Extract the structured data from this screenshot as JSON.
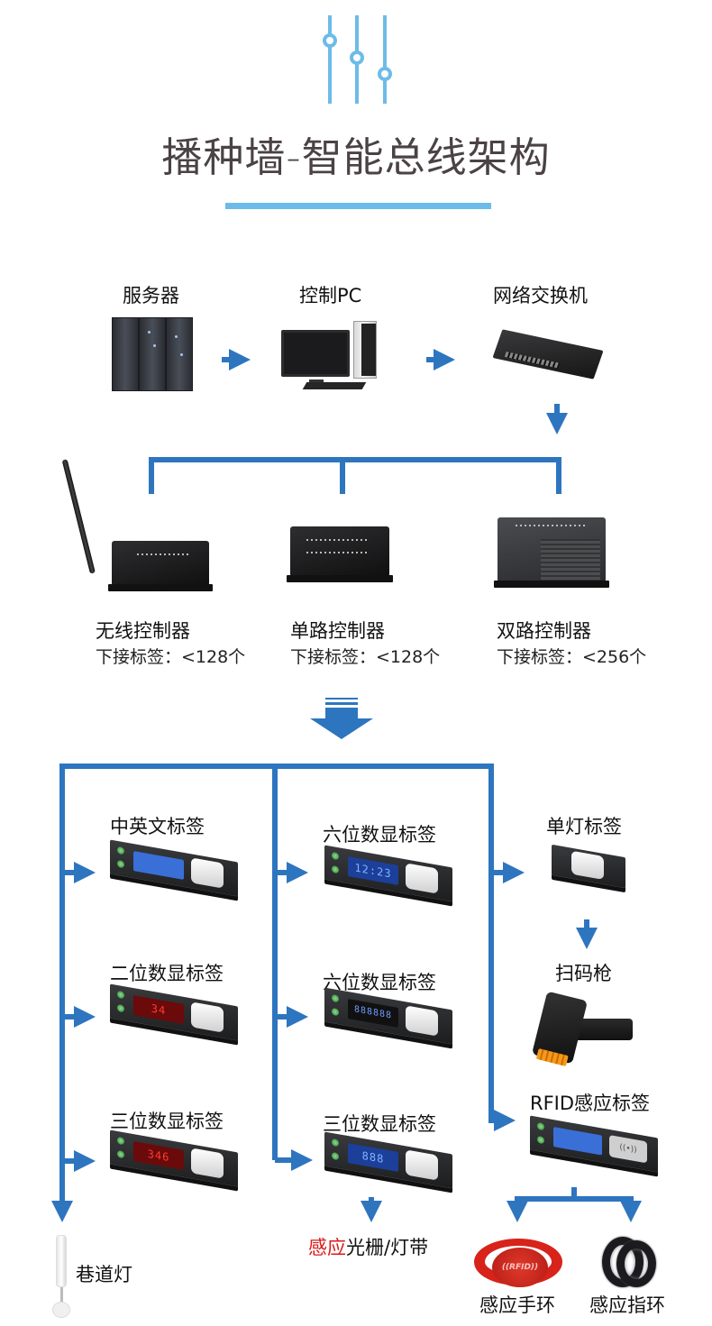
{
  "title": "播种墙-智能总线架构",
  "colors": {
    "accent_light": "#6dbbe8",
    "connector": "#2e75bf",
    "title_text": "#4a4244",
    "highlight_red": "#d91a1a"
  },
  "top_icon": "sliders-icon",
  "row1": {
    "nodes": [
      {
        "label": "服务器",
        "icon": "server-rack-icon"
      },
      {
        "label": "控制PC",
        "icon": "desktop-pc-icon"
      },
      {
        "label": "网络交换机",
        "icon": "network-switch-icon"
      }
    ]
  },
  "controllers": [
    {
      "label": "无线控制器",
      "detail": "下接标签：<128个",
      "icon": "wireless-controller-icon"
    },
    {
      "label": "单路控制器",
      "detail": "下接标签：<128个",
      "icon": "single-channel-controller-icon"
    },
    {
      "label": "双路控制器",
      "detail": "下接标签：<256个",
      "icon": "dual-channel-controller-icon"
    }
  ],
  "tags": {
    "col1": [
      {
        "label": "中英文标签",
        "screen": ""
      },
      {
        "label": "二位数显标签",
        "screen": "34"
      },
      {
        "label": "三位数显标签",
        "screen": "346"
      }
    ],
    "col2": [
      {
        "label": "六位数显标签",
        "screen": "12:23"
      },
      {
        "label": "六位数显标签",
        "screen": "888888"
      },
      {
        "label": "三位数显标签",
        "screen": "888"
      }
    ],
    "col3": [
      {
        "label": "单灯标签"
      },
      {
        "label": "扫码枪"
      },
      {
        "label": "RFID感应标签",
        "pad": "((•))"
      }
    ]
  },
  "outputs": {
    "aisle_light": "巷道灯",
    "grating_red": "感应",
    "grating_rest": "光栅/灯带",
    "wristband": "感应手环",
    "wristband_print": "((RFID))",
    "ring": "感应指环"
  }
}
